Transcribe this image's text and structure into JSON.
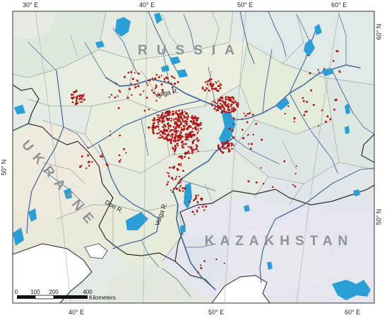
{
  "graticule": {
    "top": [
      "30° E",
      "40° E",
      "50° E",
      "60° E"
    ],
    "bottom": [
      "40° E",
      "50° E",
      "60° E"
    ],
    "left": [
      "50° N"
    ],
    "right": [
      "60° N",
      "50° N"
    ]
  },
  "countries": {
    "russia": "RUSSIA",
    "ukraine": "UKRAINE",
    "kazakhstan": "KAZAKHSTAN"
  },
  "rivers": {
    "volga_north": "Volga R.",
    "volga_south": "Volga R.",
    "don": "Don R."
  },
  "scale": {
    "ticks": [
      "0",
      "100",
      "200",
      "400"
    ],
    "unit": "Kilometers"
  },
  "colors": {
    "water": "#2a9fd6",
    "river": "#4a6f9f",
    "point": "#b01515",
    "land": "#e3ebe4"
  }
}
